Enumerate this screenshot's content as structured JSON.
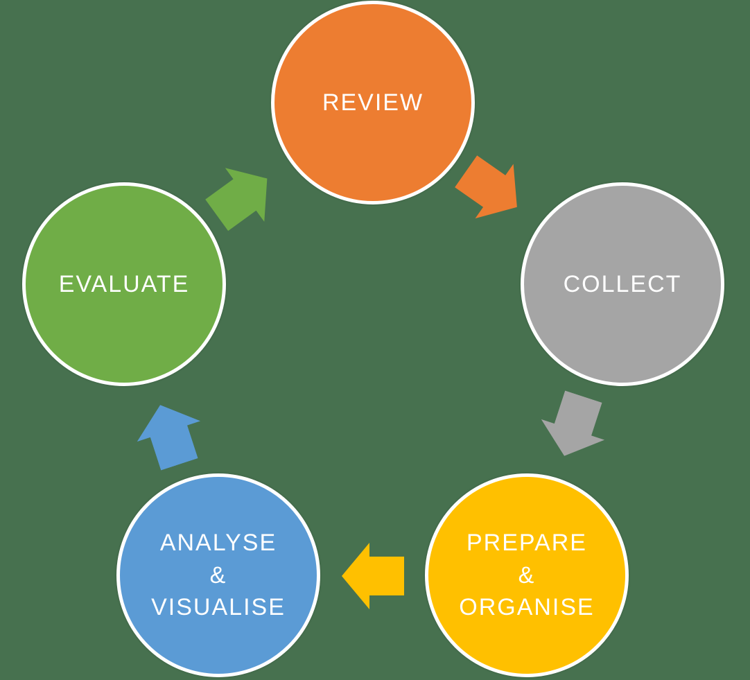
{
  "diagram": {
    "type": "cycle",
    "background_color": "#47714F",
    "text_color": "#FFFFFF",
    "circle_border_color": "#FFFFFF",
    "steps": [
      {
        "label": "REVIEW",
        "color": "#ED7D31",
        "position": "top"
      },
      {
        "label": "COLLECT",
        "color": "#A5A5A5",
        "position": "right"
      },
      {
        "label": "PREPARE\n&\nORGANISE",
        "color": "#FFC000",
        "position": "bottom-right"
      },
      {
        "label": "ANALYSE\n&\nVISUALISE",
        "color": "#5B9BD5",
        "position": "bottom-left"
      },
      {
        "label": "EVALUATE",
        "color": "#70AD47",
        "position": "left"
      }
    ],
    "arrows": [
      {
        "from": "REVIEW",
        "to": "COLLECT",
        "color": "#ED7D31",
        "direction": "down-right"
      },
      {
        "from": "COLLECT",
        "to": "PREPARE & ORGANISE",
        "color": "#A5A5A5",
        "direction": "down-left"
      },
      {
        "from": "PREPARE & ORGANISE",
        "to": "ANALYSE & VISUALISE",
        "color": "#FFC000",
        "direction": "left"
      },
      {
        "from": "ANALYSE & VISUALISE",
        "to": "EVALUATE",
        "color": "#5B9BD5",
        "direction": "up-left"
      },
      {
        "from": "EVALUATE",
        "to": "REVIEW",
        "color": "#70AD47",
        "direction": "up-right"
      }
    ]
  }
}
